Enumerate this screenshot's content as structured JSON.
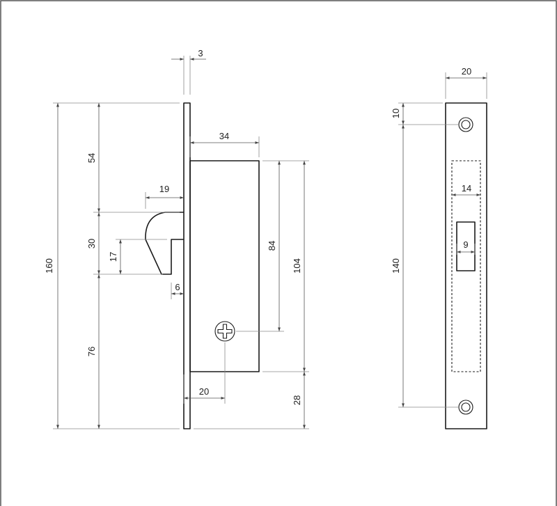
{
  "side_view": {
    "dims": {
      "total_height": "160",
      "top_to_hook": "54",
      "hook_height": "30",
      "bottom_to_hook": "76",
      "hook_inner": "17",
      "hook_depth": "19",
      "hook_throat": "6",
      "faceplate_thickness": "3",
      "case_depth": "34",
      "screw_to_case_top": "84",
      "case_height": "104",
      "case_bottom_offset": "28",
      "screw_offset": "20"
    }
  },
  "front_view": {
    "dims": {
      "plate_width": "20",
      "hole_offset": "10",
      "hole_spacing": "140",
      "case_width": "14",
      "slot_width": "9"
    }
  }
}
